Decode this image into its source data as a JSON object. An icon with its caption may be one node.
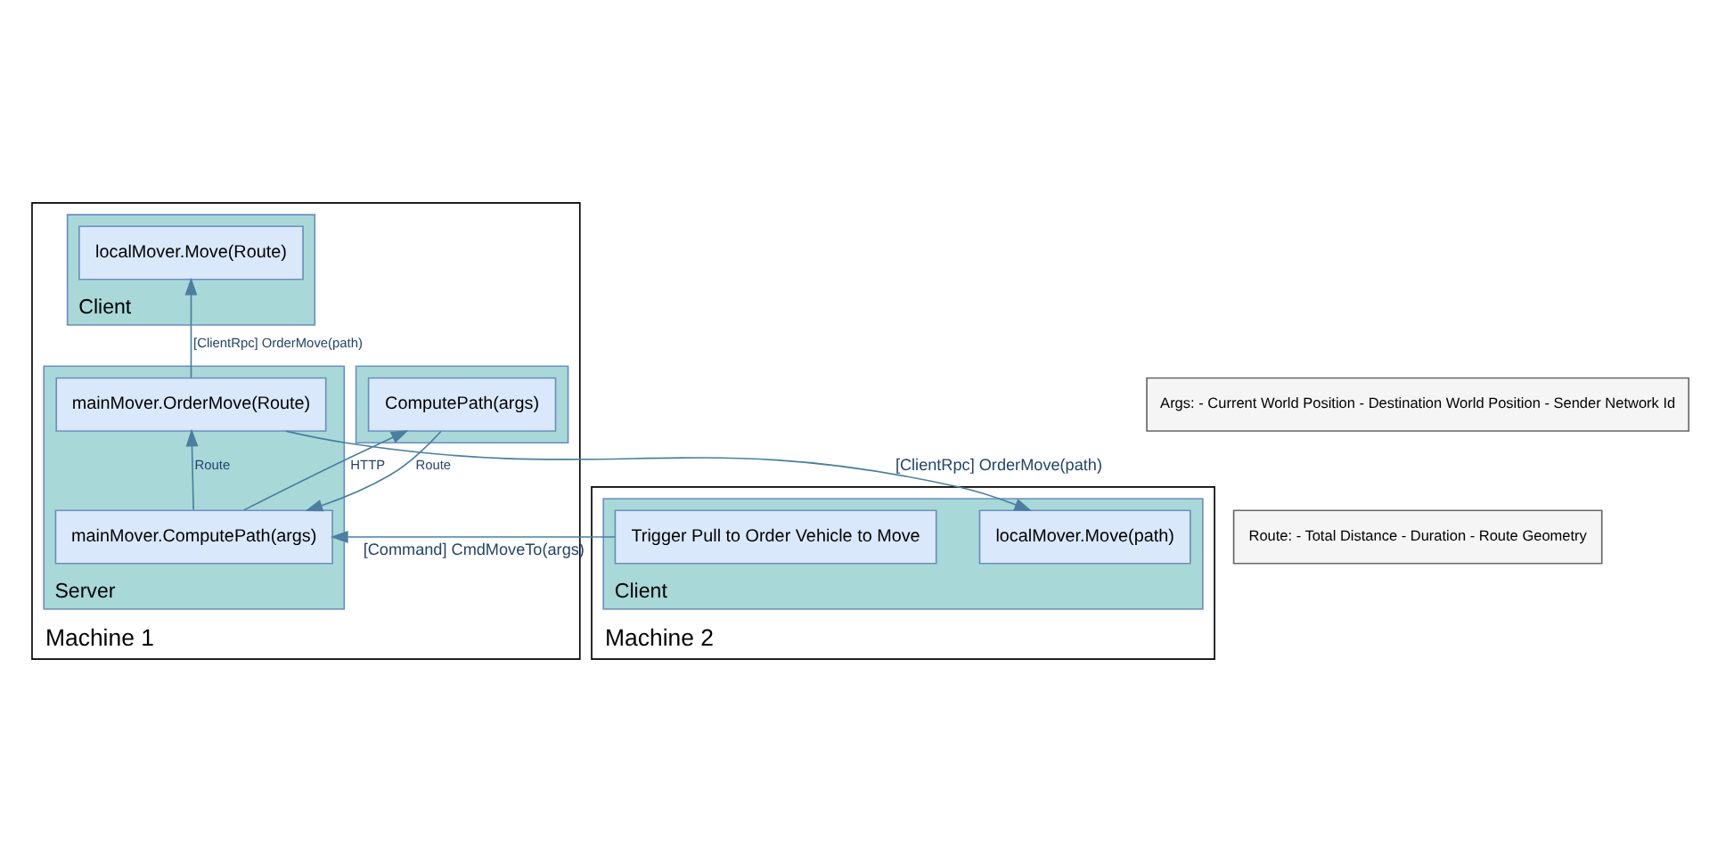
{
  "diagram": {
    "nodes": [
      {
        "text": [
          "Machine 1"
        ]
      },
      {
        "text": [
          "Client"
        ],
        "in": 0
      },
      {
        "text": [
          "localMover.Move(Route)"
        ],
        "in": 1
      },
      {
        "text": [
          "Server"
        ],
        "in": 0
      },
      {
        "text": [
          "mainMover.OrderMove(Route)"
        ],
        "in": 3
      },
      {
        "text": [
          "mainMover.ComputePath(args)"
        ],
        "in": 3
      },
      {
        "text": [],
        "shape": "box",
        "in": 0
      },
      {
        "text": [
          "ComputePath(args)"
        ],
        "in": 6
      },
      {
        "text": [
          "Machine 2"
        ]
      },
      {
        "text": [
          "Client"
        ],
        "in": 8
      },
      {
        "text": [
          "localMover.Move(path)"
        ],
        "in": 9
      },
      {
        "text": [
          "Trigger Pull to Order Vehicle to Move"
        ],
        "in": 9
      }
    ],
    "edges": [
      {
        "from": 4,
        "to": 2,
        "arrow": "to",
        "label": "[ClientRpc] OrderMove(path)"
      },
      {
        "from": 4,
        "to": 10,
        "arrow": "to",
        "label": "[ClientRpc] OrderMove(path)"
      },
      {
        "from": 5,
        "to": 4,
        "arrow": "to",
        "label": "Route"
      },
      {
        "from": 5,
        "to": 7,
        "arrow": "to",
        "label": "HTTP"
      },
      {
        "from": 7,
        "to": 5,
        "arrow": "to",
        "label": "Route"
      },
      {
        "from": 11,
        "to": 5,
        "arrow": "to",
        "label": "[Command] CmdMoveTo(args)"
      }
    ],
    "labels": [
      "Args: - Current World Position - Destination World Position - Sender Network Id",
      "Route: - Total Distance - Duration - Route Geometry"
    ]
  }
}
